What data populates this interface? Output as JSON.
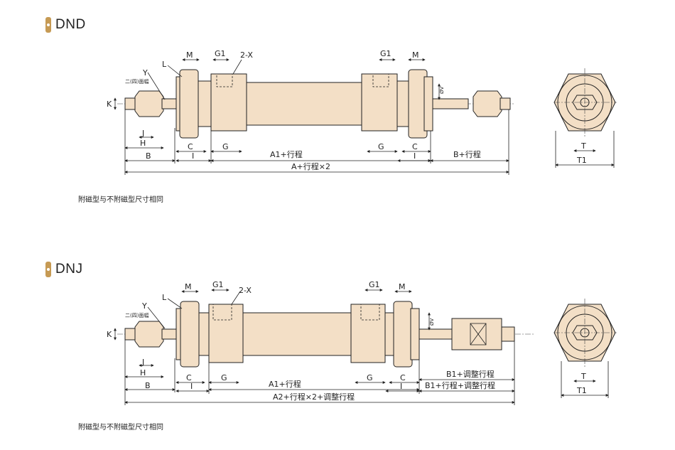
{
  "sections": [
    {
      "title": "DND",
      "note": "附磁型与不附磁型尺寸相同",
      "labels": {
        "M_left": "M",
        "G1_left": "G1",
        "X": "2-X",
        "G1_right": "G1",
        "M_right": "M",
        "L": "L",
        "Y": "Y",
        "small": "二(四)面幅",
        "V": "ØV",
        "K": "K",
        "J": "J",
        "H": "H",
        "B": "B",
        "C_left": "C",
        "I_left": "I",
        "G_left": "G",
        "A1": "A1+行程",
        "G_right": "G",
        "I_right": "I",
        "C_right": "C",
        "Bplus": "B+行程",
        "Atotal": "A+行程×2",
        "T": "T",
        "T1": "T1"
      }
    },
    {
      "title": "DNJ",
      "note": "附磁型与不附磁型尺寸相同",
      "labels": {
        "M_left": "M",
        "G1_left": "G1",
        "X": "2-X",
        "G1_right": "G1",
        "M_right": "M",
        "L": "L",
        "Y": "Y",
        "small": "二(四)面幅",
        "V": "ØV",
        "K": "K",
        "J": "J",
        "H": "H",
        "B": "B",
        "C_left": "C",
        "I_left": "I",
        "G_left": "G",
        "A1": "A1+行程",
        "G_right": "G",
        "C_right": "C",
        "I_right": "I",
        "B1": "B1+调整行程",
        "B1plus": "B1+行程+调整行程",
        "Atotal": "A2+行程×2+调整行程",
        "T": "T",
        "T1": "T1"
      }
    }
  ],
  "colors": {
    "body": "#f3dfc6",
    "line": "#222222",
    "accent": "#c69a54"
  }
}
